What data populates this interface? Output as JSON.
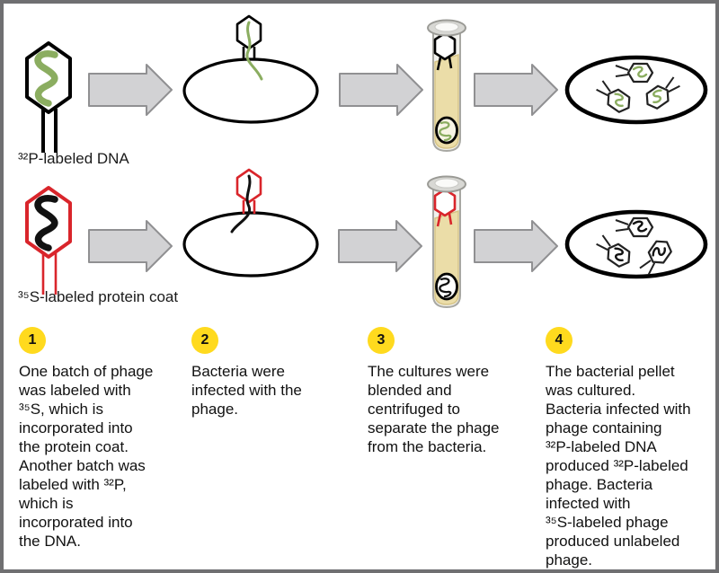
{
  "rows": [
    {
      "label": "³²P-labeled DNA"
    },
    {
      "label": "³⁵S-labeled protein coat"
    }
  ],
  "steps": [
    {
      "number": "1",
      "text": "One batch of phage\nwas labeled with\n³⁵S, which is\nincorporated into\nthe protein coat.\nAnother batch was\nlabeled with ³²P,\nwhich is\nincorporated into\nthe DNA."
    },
    {
      "number": "2",
      "text": "Bacteria were\ninfected with the\nphage."
    },
    {
      "number": "3",
      "text": "The cultures were\nblended and\ncentrifuged to\nseparate the phage\nfrom the bacteria."
    },
    {
      "number": "4",
      "text": "The bacterial pellet\nwas cultured.\nBacteria infected with\nphage containing\n³²P-labeled DNA\nproduced ³²P-labeled\nphage. Bacteria\ninfected with\n³⁵S-labeled phage\nproduced unlabeled\nphage."
    }
  ],
  "icons": {
    "phage": "bacteriophage-hexagon-head-with-tail",
    "bacterium": "ellipse-cell",
    "test_tube": "centrifuge-tube-with-pellet",
    "arrow": "right-block-arrow"
  },
  "colors": {
    "phosphorus_dna": "#8BAD60",
    "sulfur_coat": "#D9252B",
    "arrow_fill": "#D2D2D4",
    "arrow_stroke": "#909092",
    "step_badge": "#FFDA1E",
    "tube_liquid": "#EBDDA8",
    "frame_border": "#6F6F71"
  }
}
